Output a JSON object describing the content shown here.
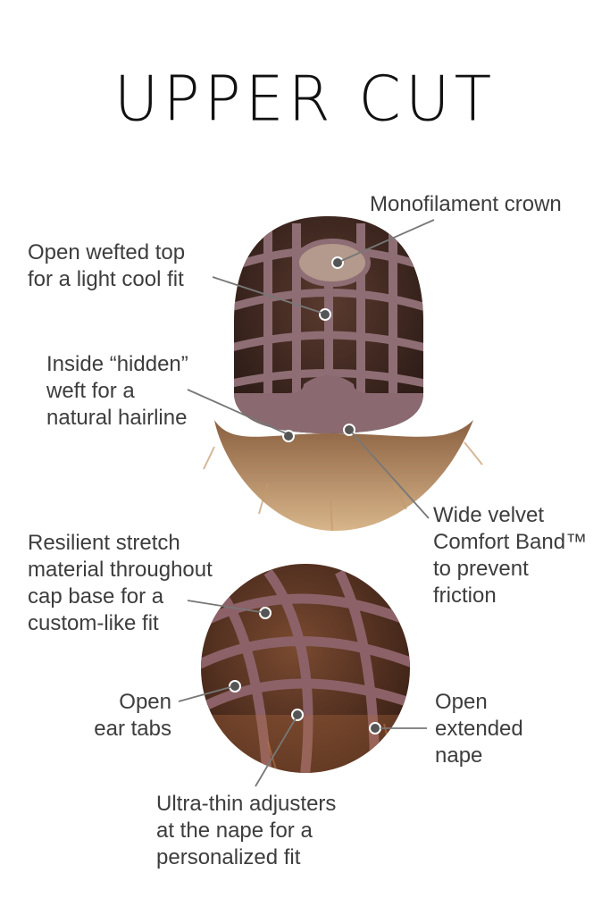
{
  "title": "UPPER CUT",
  "callouts": {
    "monofilament_crown": "Monofilament crown",
    "open_wefted_top": "Open wefted top\nfor a light cool fit",
    "hidden_weft": "Inside “hidden”\nweft for a\nnatural hairline",
    "velvet_band": "Wide velvet\nComfort Band™\nto prevent\nfriction",
    "stretch_material": "Resilient stretch\nmaterial throughout\ncap base for a\ncustom-like fit",
    "ear_tabs": "Open\near tabs",
    "extended_nape": "Open\nextended\nnape",
    "adjusters": "Ultra-thin adjusters\nat the nape for a\npersonalized fit"
  },
  "colors": {
    "cap_lace": "#8a6a70",
    "hair_dark": "#3b2520",
    "hair_light": "#b88a5a",
    "callout_line": "#777777"
  }
}
